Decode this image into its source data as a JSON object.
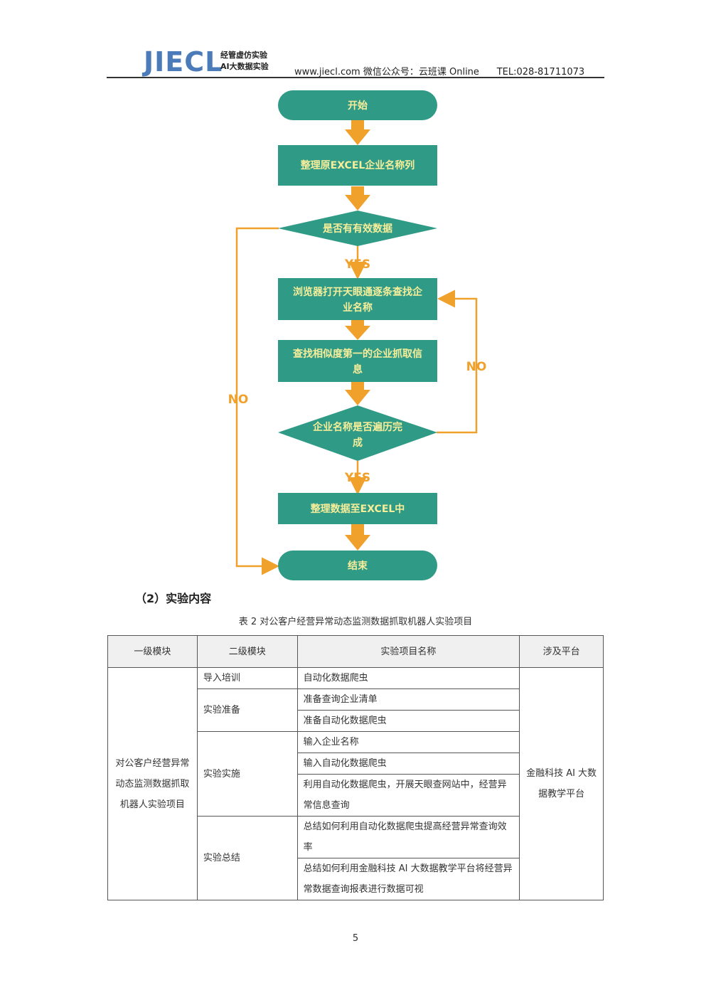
{
  "header": {
    "logo_main": "JIECL",
    "logo_sub_line1": "经管虚仿实验",
    "logo_sub_line2": "AI大数据实验",
    "website": "www.jiecl.com",
    "wechat": "微信公众号：云班课 Online",
    "tel": "TEL:028-81711073"
  },
  "colors": {
    "node_fill": "#2f9a86",
    "node_text": "#f6ee9a",
    "arrow": "#f0a12c",
    "logo": "#4b7bb8"
  },
  "flowchart": {
    "start": "开始",
    "step1": "整理原EXCEL企业名称列",
    "decision1": "是否有有效数据",
    "step2_line1": "浏览器打开天眼通逐条查找企",
    "step2_line2": "业名称",
    "step3_line1": "查找相似度第一的企业抓取信",
    "step3_line2": "息",
    "decision2_line1": "企业名称是否遍历完",
    "decision2_line2": "成",
    "step4": "整理数据至EXCEL中",
    "end": "结束",
    "yes_label": "YES",
    "no_label": "NO"
  },
  "section_heading": "（2）实验内容",
  "table": {
    "caption": "表 2 对公客户经营异常动态监测数据抓取机器人实验项目",
    "headers": [
      "一级模块",
      "二级模块",
      "实验项目名称",
      "涉及平台"
    ],
    "level1": "对公客户经营异常动态监测数据抓取机器人实验项目",
    "platform": "金融科技 AI 大数据教学平台",
    "groups": [
      {
        "module": "导入培训",
        "items": [
          "自动化数据爬虫"
        ]
      },
      {
        "module": "实验准备",
        "items": [
          "准备查询企业清单",
          "准备自动化数据爬虫"
        ]
      },
      {
        "module": "实验实施",
        "items": [
          "输入企业名称",
          "输入自动化数据爬虫",
          "利用自动化数据爬虫，开展天眼查网站中，经营异常信息查询"
        ]
      },
      {
        "module": "实验总结",
        "items": [
          "总结如何利用自动化数据爬虫提高经营异常查询效率",
          "总结如何利用金融科技 AI 大数据教学平台将经营异常数据查询报表进行数据可视"
        ]
      }
    ]
  },
  "page_number": "5"
}
